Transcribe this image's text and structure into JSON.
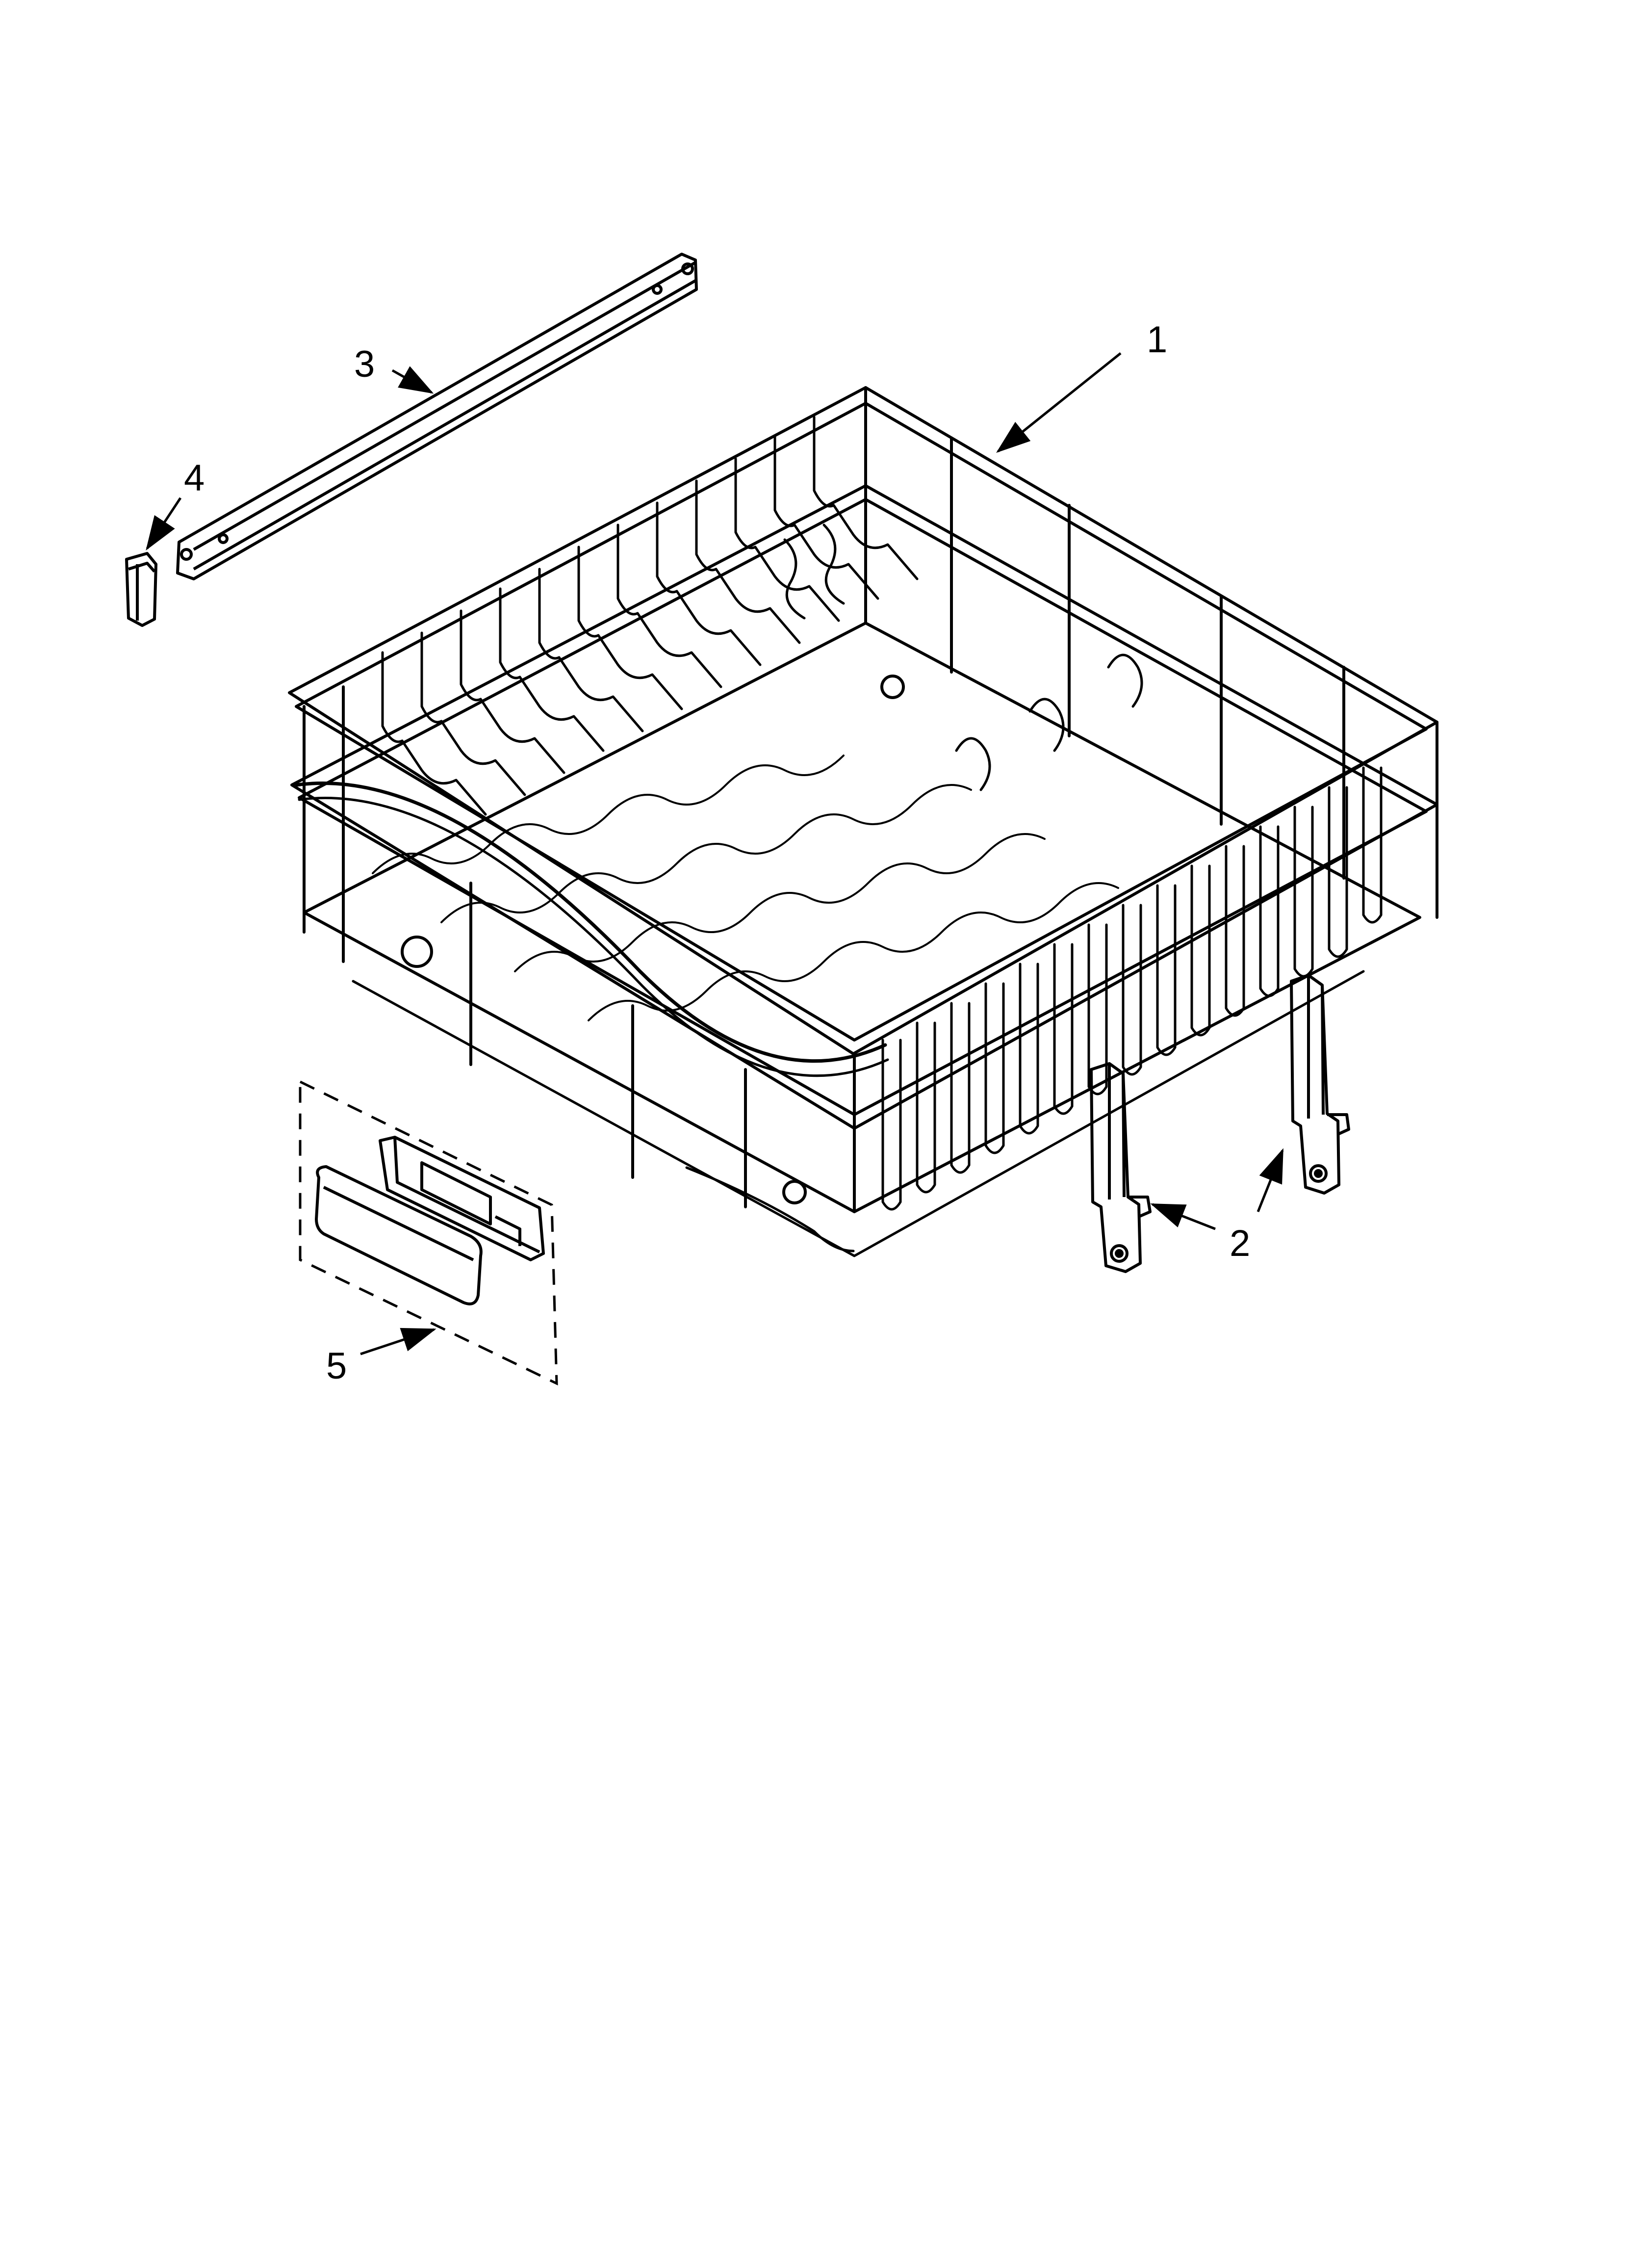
{
  "diagram": {
    "callouts": {
      "rack": "1",
      "rack_adjuster": "2",
      "rack_rail": "3",
      "rail_end_cap": "4",
      "handle_kit": "5"
    }
  }
}
